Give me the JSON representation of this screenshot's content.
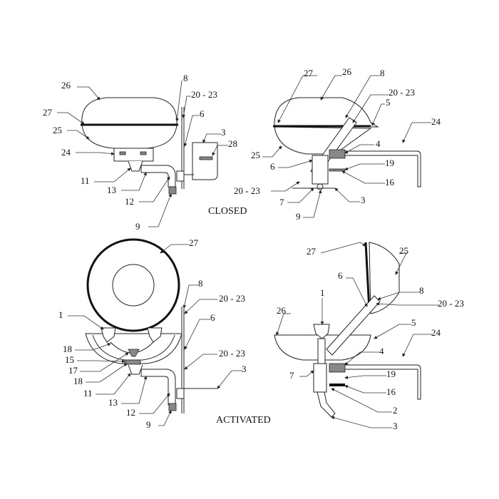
{
  "title": "Eyewash station parts diagram",
  "captions": {
    "closed": "CLOSED",
    "activated": "ACTIVATED"
  },
  "closed_front": [
    "26",
    "27",
    "25",
    "24",
    "11",
    "13",
    "12",
    "9",
    "8",
    "20 - 23",
    "6",
    "3",
    "28"
  ],
  "closed_side": [
    "27",
    "26",
    "8",
    "20 - 23",
    "5",
    "24",
    "4",
    "25",
    "6",
    "19",
    "16",
    "20 - 23",
    "7",
    "3",
    "9"
  ],
  "activated_front": [
    "27",
    "8",
    "20 - 23",
    "1",
    "6",
    "18",
    "20 - 23",
    "15",
    "17",
    "18",
    "3",
    "11",
    "13",
    "12",
    "9"
  ],
  "activated_side": [
    "27",
    "25",
    "6",
    "1",
    "8",
    "20 - 23",
    "26",
    "5",
    "24",
    "4",
    "7",
    "19",
    "16",
    "2",
    "3"
  ]
}
